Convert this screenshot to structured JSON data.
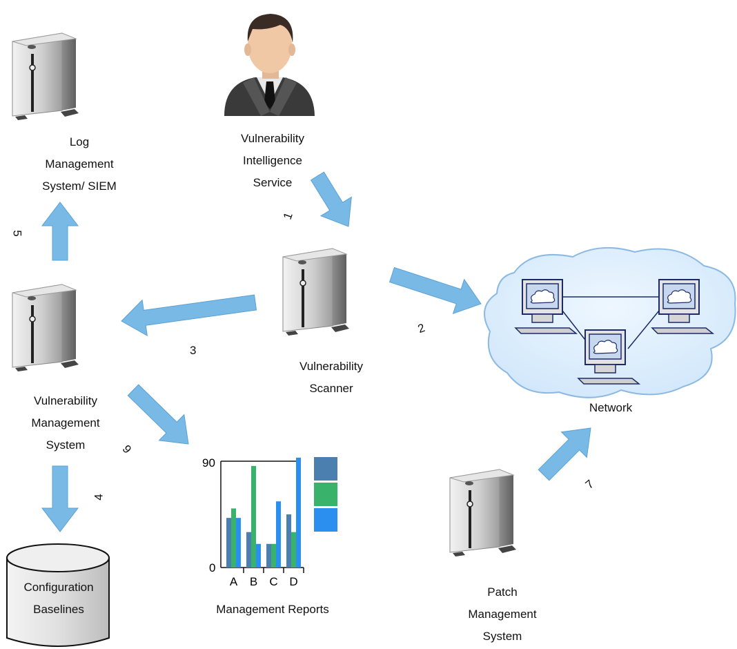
{
  "nodes": {
    "intelligence": {
      "lines": [
        "Vulnerability",
        "Intelligence",
        "Service"
      ]
    },
    "scanner": {
      "lines": [
        "Vulnerability",
        "Scanner"
      ]
    },
    "vms": {
      "lines": [
        "Vulnerability",
        "Management",
        "System"
      ]
    },
    "siem": {
      "lines": [
        "Log",
        "Management",
        "System/ SIEM"
      ]
    },
    "baselines": {
      "lines": [
        "Configuration",
        "Baselines"
      ]
    },
    "reports": {
      "label": "Management Reports"
    },
    "network": {
      "label": "Network"
    },
    "patch": {
      "lines": [
        "Patch",
        "Management",
        "System"
      ]
    }
  },
  "steps": {
    "s1": "1",
    "s2": "2",
    "s3": "3",
    "s4": "4",
    "s5": "5",
    "s6": "6",
    "s7": "7"
  },
  "chart_data": {
    "type": "bar",
    "categories": [
      "A",
      "B",
      "C",
      "D"
    ],
    "series": [
      {
        "values": [
          42,
          30,
          20,
          45
        ]
      },
      {
        "values": [
          50,
          86,
          20,
          30
        ]
      },
      {
        "values": [
          42,
          20,
          56,
          93
        ]
      }
    ],
    "ylim": [
      0,
      90
    ],
    "yticks": [
      "0",
      "90"
    ],
    "colors": [
      "#4a7fb0",
      "#39b26b",
      "#2b8ff0"
    ]
  },
  "colors": {
    "arrow": "#79b9e6",
    "arrow_stroke": "#5aa2d6",
    "server": "#c8c8c8",
    "cloud": "#d9ecfb"
  }
}
